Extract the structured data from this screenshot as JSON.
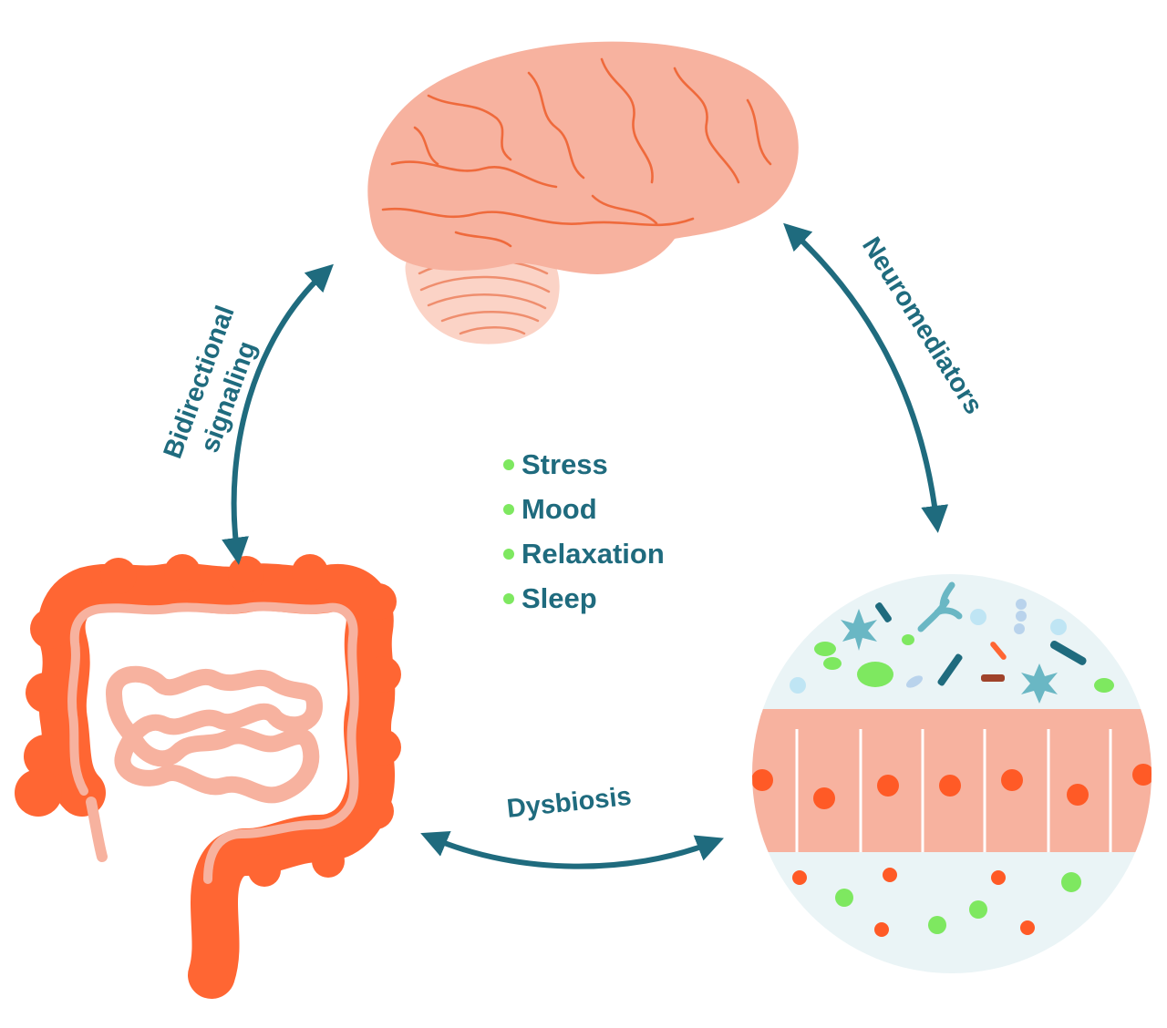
{
  "diagram": {
    "bullet_items": [
      {
        "label": "Stress"
      },
      {
        "label": "Mood"
      },
      {
        "label": "Relaxation"
      },
      {
        "label": "Sleep"
      }
    ],
    "arrows": {
      "left": {
        "label_line1": "Bidirectional",
        "label_line2": "signaling"
      },
      "right": {
        "label": "Neuromediators"
      },
      "bottom": {
        "label": "Dysbiosis"
      }
    }
  },
  "colors": {
    "text_teal": "#1f6b7e",
    "bullet_green": "#7ee860",
    "brain_pink": "#f7b29f",
    "brain_line": "#ef6a3c",
    "colon_orange": "#ff6633",
    "intestine_pink": "#f7b29f",
    "cell_pink": "#f7b29f",
    "nucleus_orange": "#ff5a26",
    "circle_bg": "#eaf4f6"
  },
  "icons": [
    "brain-icon",
    "intestine-icon",
    "gut-lining-icon"
  ]
}
